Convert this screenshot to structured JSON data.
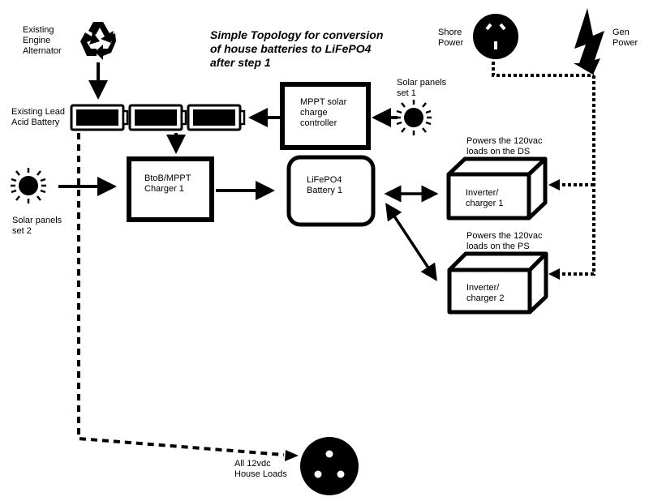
{
  "title": "Simple Topology for  conversion\nof house batteries to LiFePO4\nafter step 1",
  "labels": {
    "alternator": "Existing\nEngine\nAlternator",
    "lead_acid": "Existing Lead\nAcid Battery",
    "solar1": "Solar panels\nset 1",
    "solar2": "Solar panels\nset 2",
    "shore": "Shore\nPower",
    "gen": "Gen\nPower",
    "ds_loads": "Powers the 120vac\nloads on the DS",
    "ps_loads": "Powers the 120vac\nloads on the PS",
    "house_loads": "All 12vdc\nHouse Loads"
  },
  "nodes": {
    "mppt": "MPPT solar\ncharge\ncontroller",
    "btob": "BtoB/MPPT\nCharger 1",
    "lifepo4": "LiFePO4\nBattery 1",
    "inverter1": "Inverter/\ncharger 1",
    "inverter2": "Inverter/\ncharger 2"
  },
  "icons": {
    "alternator": "recycle-icon",
    "battery": "battery-icon",
    "solar": "sun-icon",
    "shore": "outlet-icon",
    "gen": "lightning-icon",
    "house_loads": "dc-socket-icon"
  },
  "colors": {
    "ink": "#000000",
    "paper": "#ffffff"
  }
}
